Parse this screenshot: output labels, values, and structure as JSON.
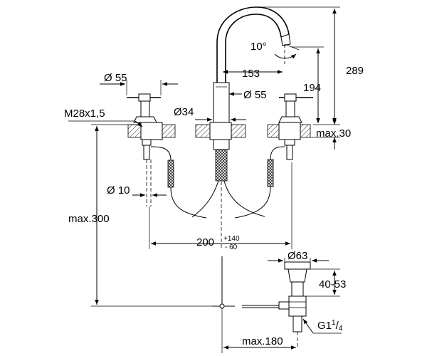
{
  "labels": {
    "d55_left": "Ø 55",
    "thread": "M28x1,5",
    "d34": "Ø34",
    "d55_center": "Ø 55",
    "angle": "10°",
    "reach": "153",
    "height_289": "289",
    "height_194": "194",
    "deck_max": "max.30",
    "d10": "Ø 10",
    "max300": "max.300",
    "spread": "200",
    "tol_plus": "+140",
    "tol_minus": "- 60",
    "d63": "Ø63",
    "range_40_53": "40-53",
    "g_thread": "G1",
    "g_num": "1",
    "g_den": "4",
    "max180": "max.180"
  }
}
